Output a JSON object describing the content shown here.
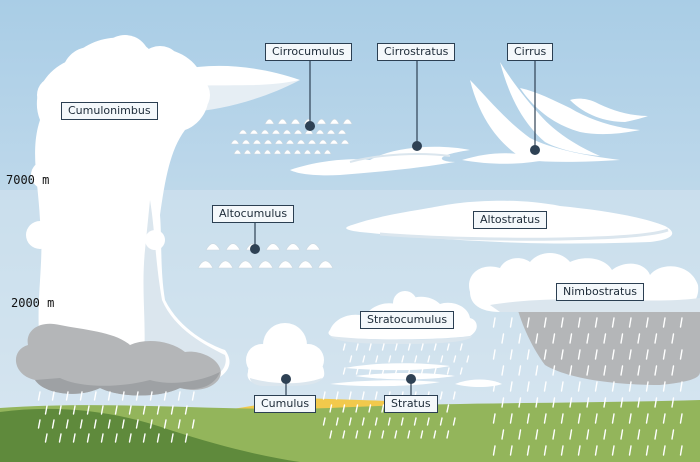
{
  "altitudes": {
    "high": "7000 m",
    "low": "2000 m"
  },
  "clouds": [
    {
      "key": "cumulonimbus",
      "label": "Cumulonimbus"
    },
    {
      "key": "cirrocumulus",
      "label": "Cirrocumulus"
    },
    {
      "key": "cirrostratus",
      "label": "Cirrostratus"
    },
    {
      "key": "cirrus",
      "label": "Cirrus"
    },
    {
      "key": "altocumulus",
      "label": "Altocumulus"
    },
    {
      "key": "altostratus",
      "label": "Altostratus"
    },
    {
      "key": "nimbostratus",
      "label": "Nimbostratus"
    },
    {
      "key": "stratocumulus",
      "label": "Stratocumulus"
    },
    {
      "key": "cumulus",
      "label": "Cumulus"
    },
    {
      "key": "stratus",
      "label": "Stratus"
    }
  ],
  "colors": {
    "sky_top": "#a9cde6",
    "sky_bottom": "#d6e6f1",
    "cloud": "#ffffff",
    "cloud_shade": "#dbe6ee",
    "storm_gray": "#b4b6b8",
    "grass": "#93b55b",
    "hill": "#5f8a3c",
    "sun_field": "#f2c94c",
    "pointer": "#2e4154"
  }
}
